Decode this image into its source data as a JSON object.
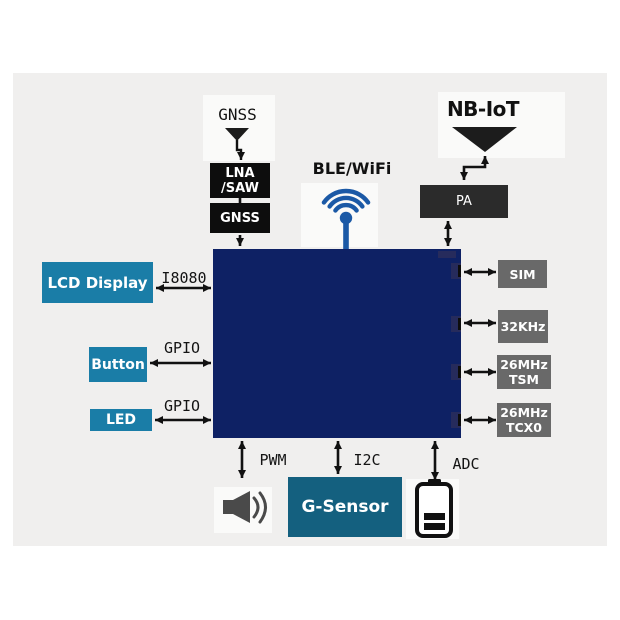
{
  "colors": {
    "panel_bg": "#f0efee",
    "chip_navy": "#0e2164",
    "teal_box": "#1a7da7",
    "dark_teal_box": "#14607f",
    "gray_box": "#696969",
    "black_box": "#0d0d0d",
    "pa_box": "#2b2b2b",
    "wifi_blue": "#1b59a6",
    "arrow_black": "#111111"
  },
  "antennas": {
    "gnss_label": "GNSS",
    "nbiot_label": "NB-IoT",
    "blewifi_label": "BLE/WiFi"
  },
  "rf_chain": {
    "lna_saw_line1": "LNA",
    "lna_saw_line2": "/SAW",
    "gnss_rx": "GNSS",
    "pa": "PA"
  },
  "peripherals": {
    "lcd": "LCD Display",
    "button": "Button",
    "led": "LED",
    "g_sensor": "G-Sensor"
  },
  "clocks_sim": {
    "sim": "SIM",
    "khz32": "32KHz",
    "tsm_line1": "26MHz",
    "tsm_line2": "TSM",
    "tcxo_line1": "26MHz",
    "tcxo_line2": "TCX0"
  },
  "interfaces": {
    "i8080": "I8080",
    "gpio_button": "GPIO",
    "gpio_led": "GPIO",
    "pwm": "PWM",
    "i2c": "I2C",
    "adc": "ADC"
  },
  "icons": {
    "gnss_antenna": "antenna-icon",
    "nbiot_antenna": "antenna-icon",
    "ble_wifi": "wifi-icon",
    "speaker": "speaker-icon",
    "battery": "battery-icon"
  }
}
